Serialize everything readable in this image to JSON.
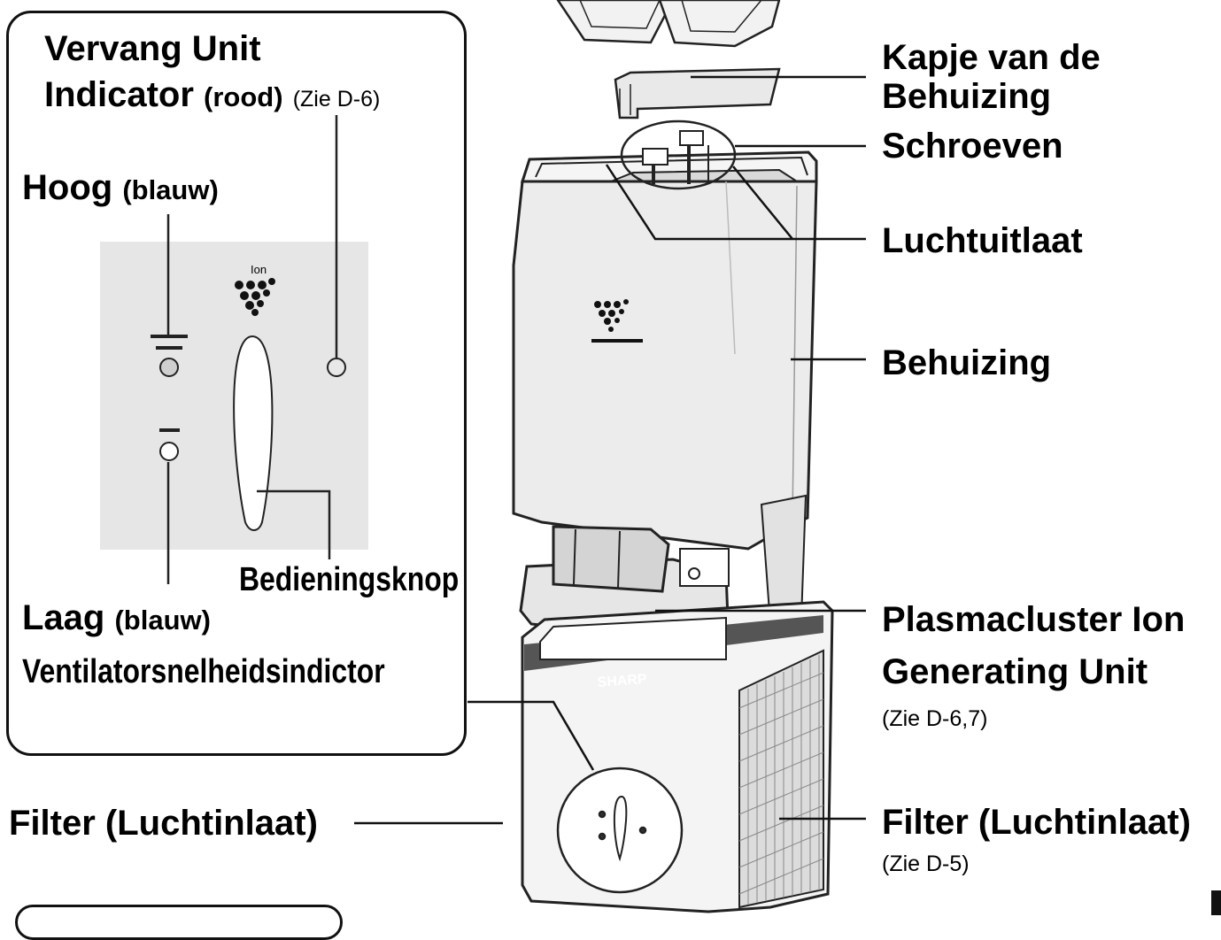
{
  "inset": {
    "replace_indicator_line1": "Vervang Unit",
    "replace_indicator_line2": "Indicator",
    "replace_indicator_color": "(rood)",
    "replace_indicator_ref": "(Zie D-6)",
    "high_label": "Hoog",
    "high_color": "(blauw)",
    "low_label": "Laag",
    "low_color": "(blauw)",
    "control_knob": "Bedieningsknop",
    "fan_speed_indicator": "Ventilatorsnelheidsindictor",
    "ion_mark": "Ion"
  },
  "labels": {
    "cover_line1": "Kapje van de",
    "cover_line2": "Behuizing",
    "screws": "Schroeven",
    "air_outlet": "Luchtuitlaat",
    "housing": "Behuizing",
    "ion_unit_line1": "Plasmacluster Ion",
    "ion_unit_line2": "Generating Unit",
    "ion_unit_ref": "(Zie D-6,7)",
    "filter_right": "Filter (Luchtinlaat)",
    "filter_right_ref": "(Zie D-5)",
    "filter_left": "Filter (Luchtinlaat)"
  },
  "device": {
    "brand": "SHARP",
    "band_color": "#555555"
  }
}
